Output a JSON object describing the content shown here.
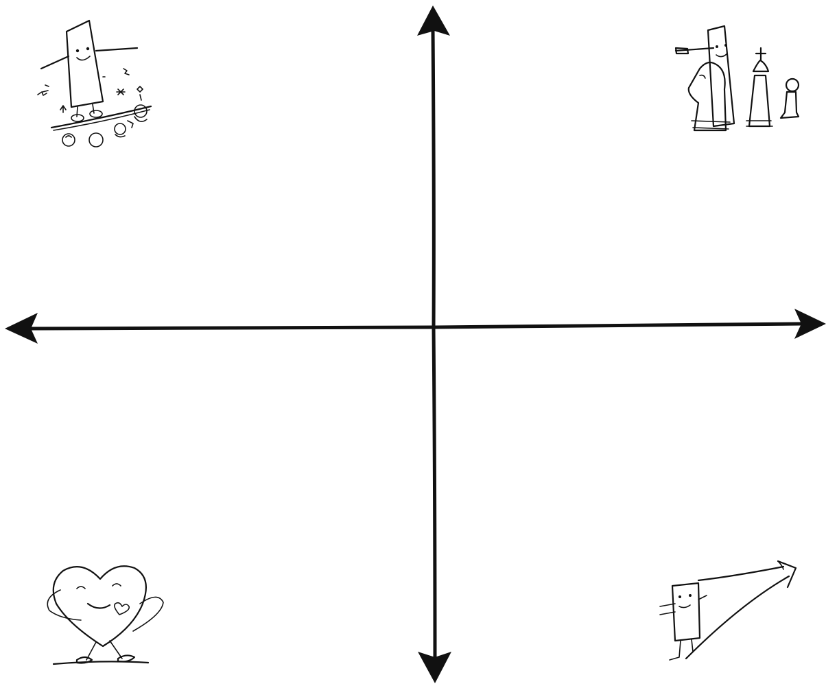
{
  "diagram": {
    "type": "quadrant",
    "colors": {
      "ink": "#111111",
      "background": "#ffffff"
    },
    "axes": {
      "horizontal": "double-arrow",
      "vertical": "double-arrow"
    },
    "quadrants": [
      {
        "position": "top-left",
        "icon": "character-on-stage-with-crowd-icon"
      },
      {
        "position": "top-right",
        "icon": "character-pointing-with-chess-pieces-icon"
      },
      {
        "position": "bottom-left",
        "icon": "heart-character-icon"
      },
      {
        "position": "bottom-right",
        "icon": "character-with-rising-arrow-icon"
      }
    ]
  }
}
